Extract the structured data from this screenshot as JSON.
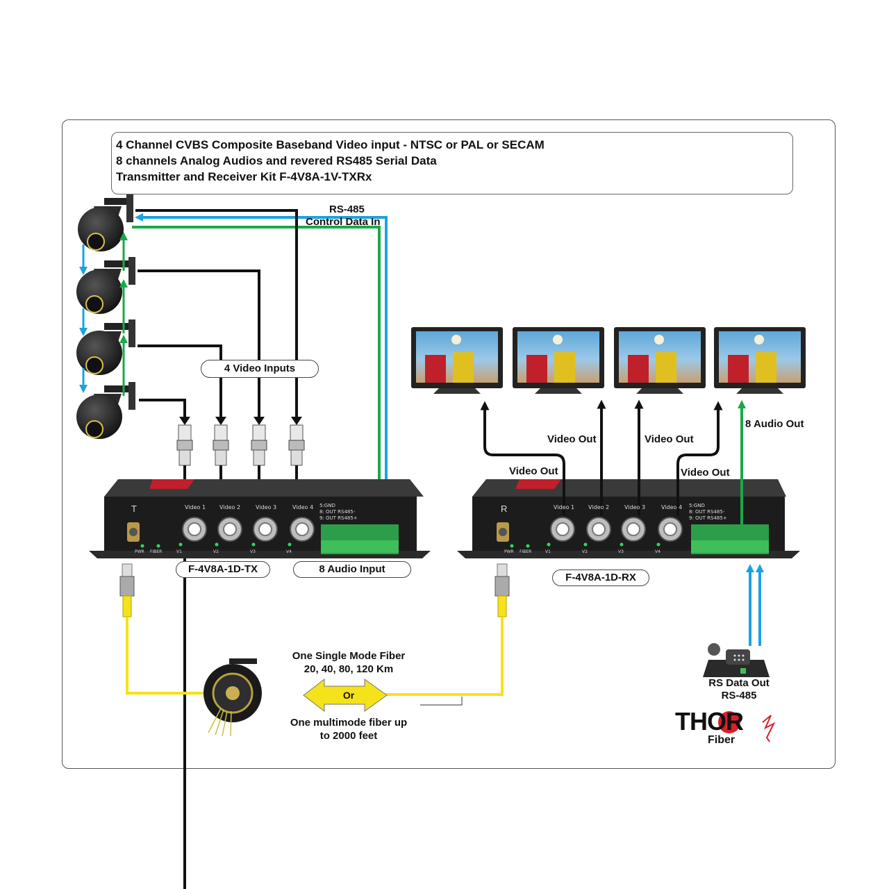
{
  "title": {
    "line1": "4 Channel CVBS Composite Baseband Video input - NTSC or PAL or SECAM",
    "line2": "8 channels Analog Audios and revered RS485 Serial Data",
    "line3": "Transmitter and Receiver Kit F-4V8A-1V-TXRx"
  },
  "labels": {
    "rs485": "RS-485",
    "control_data_in": "Control Data In",
    "video_inputs": "4 Video  Inputs",
    "tx_model": "F-4V8A-1D-TX",
    "audio_input": "8 Audio Input",
    "rx_model": "F-4V8A-1D-RX",
    "video_out": "Video Out",
    "audio_out": "8 Audio Out",
    "fiber_sm_1": "One Single Mode Fiber",
    "fiber_sm_2": "20, 40, 80, 120 Km",
    "or": "Or",
    "fiber_mm_1": "One multimode fiber up",
    "fiber_mm_2": "to 2000 feet",
    "rs_data_out": "RS Data Out",
    "rs_data_485": "RS-485"
  },
  "tx_device": {
    "letter": "T",
    "ports": [
      "Video 1",
      "Video 2",
      "Video 3",
      "Video 4"
    ],
    "leds": [
      "PWR",
      "FIBER",
      "V1",
      "V2",
      "V3",
      "V4"
    ],
    "pins": [
      "5:GND",
      "8: OUT RS485-",
      "9: OUT RS485+"
    ]
  },
  "rx_device": {
    "letter": "R",
    "ports": [
      "Video 1",
      "Video 2",
      "Video 3",
      "Video 4"
    ],
    "leds": [
      "PWR",
      "FIBER",
      "V1",
      "V2",
      "V3",
      "V4"
    ],
    "pins": [
      "5:GND",
      "8: OUT RS485-",
      "9: OUT RS485+"
    ]
  },
  "logo": {
    "brand": "THOR",
    "sub": "Fiber"
  },
  "colors": {
    "rs485_blue": "#1aa3e0",
    "audio_green": "#1aa84a",
    "fiber_yellow": "#f4e21a",
    "video_black": "#111111",
    "logo_red": "#d8202a"
  }
}
